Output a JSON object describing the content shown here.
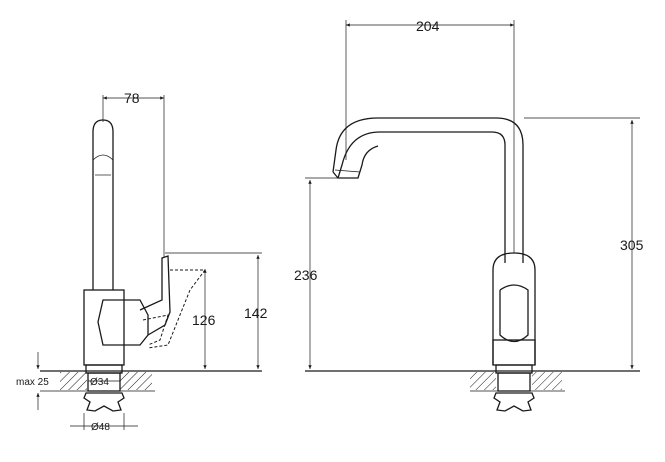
{
  "dimensions": {
    "side_spout_reach": "78",
    "side_handle_height": "126",
    "side_total_to_handle": "142",
    "counter_thickness": "max 25",
    "hole_diameter": "Ø34",
    "nut_diameter": "Ø48",
    "front_spout_reach": "204",
    "front_outlet_height": "236",
    "front_total_height": "305"
  },
  "colors": {
    "line": "#1a1a1a",
    "background": "#ffffff"
  }
}
